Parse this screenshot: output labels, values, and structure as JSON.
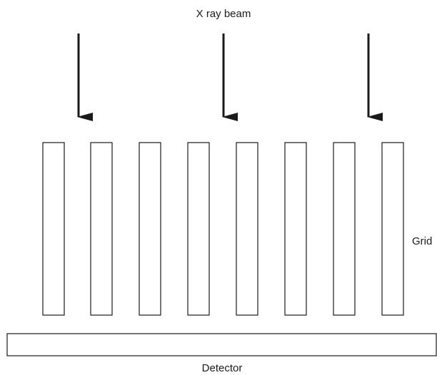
{
  "labels": {
    "beam": "X ray beam",
    "grid": "Grid",
    "detector": "Detector"
  },
  "diagram": {
    "arrow_count": 3,
    "grid_bar_count": 8
  },
  "colors": {
    "stroke": "#1a1a1a",
    "background": "#ffffff"
  }
}
